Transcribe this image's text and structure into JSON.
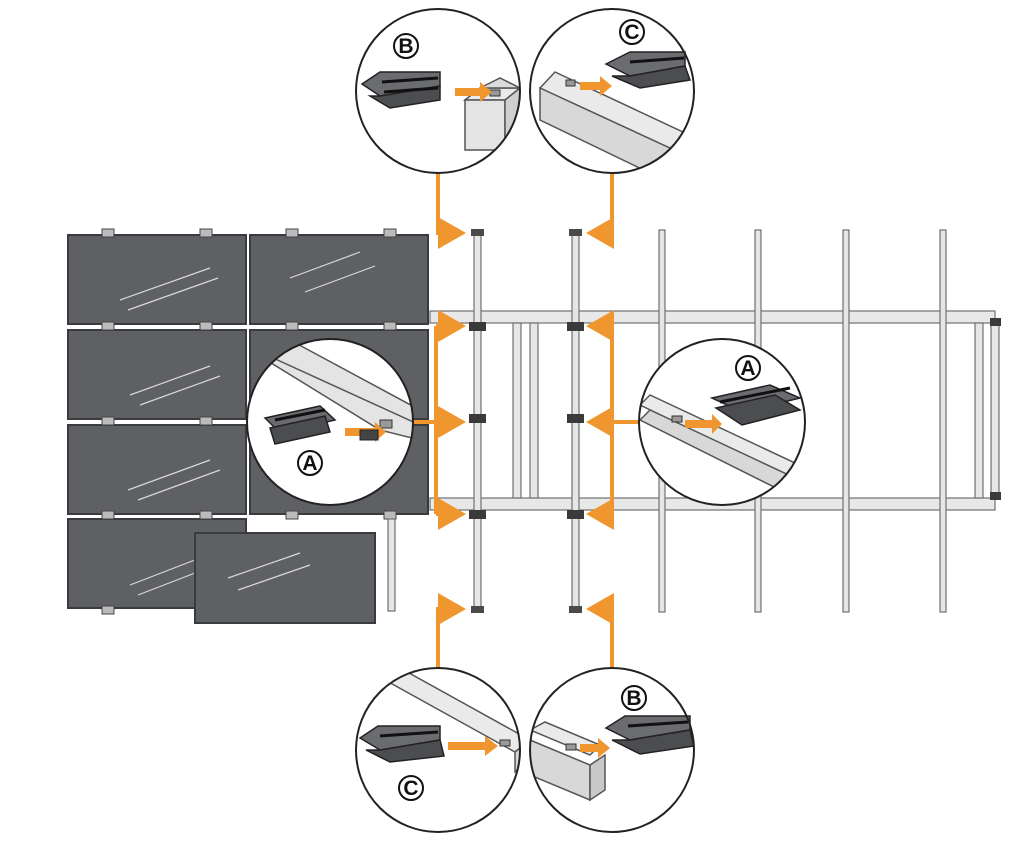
{
  "labels": {
    "a": "A",
    "b": "B",
    "c": "C"
  },
  "colors": {
    "arrow": "#f0962e",
    "panel": "#5f6064",
    "panel_border": "#3a3b3e",
    "rail_fill": "#e6e6e6",
    "rail_stroke": "#707070",
    "clamp": "#6b6c70",
    "clamp_dark": "#2c2c2e",
    "outline": "#222222"
  }
}
